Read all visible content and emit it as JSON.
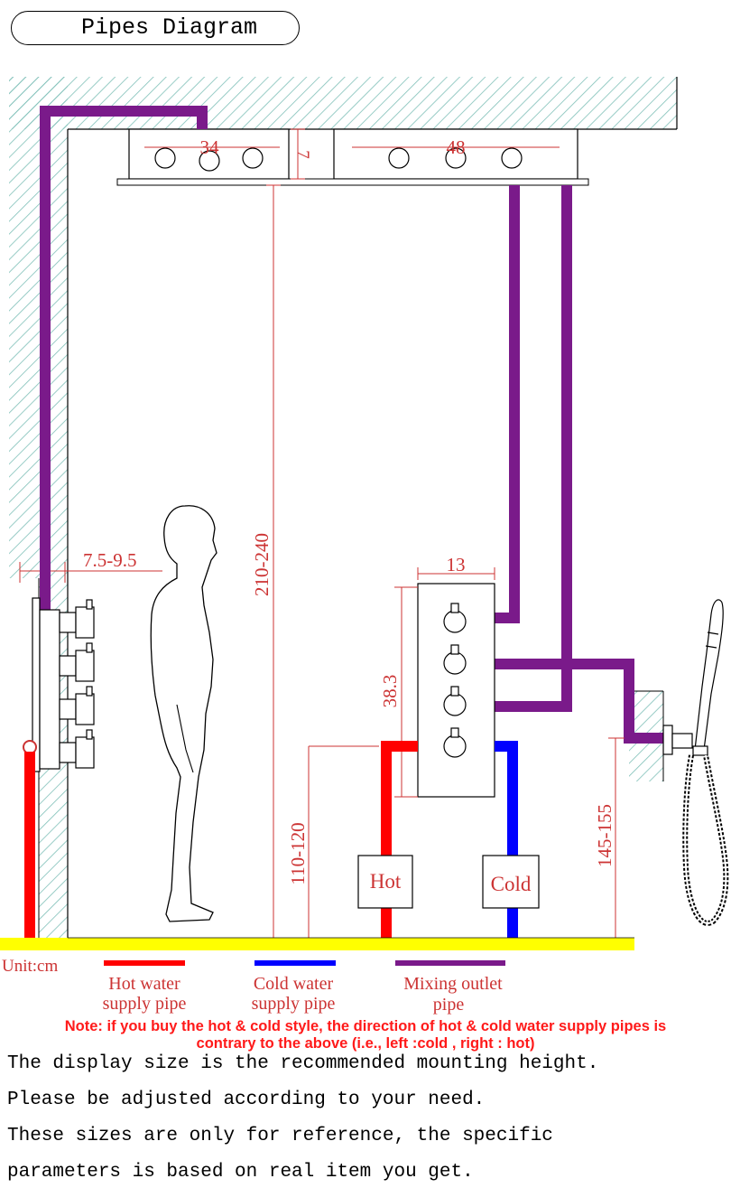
{
  "title": "Pipes Diagram",
  "dimensions": {
    "panel_left_width": "34",
    "panel_right_width": "48",
    "ceiling_panel_depth": "7",
    "ceiling_height": "210-240",
    "wall_valve_depth": "7.5-9.5",
    "valve_width": "13",
    "valve_height": "38.3",
    "valve_mount_height": "110-120",
    "handshower_height": "145-155"
  },
  "labels": {
    "hot": "Hot",
    "cold": "Cold",
    "unit": "Unit:cm"
  },
  "legend": [
    {
      "line1": "Hot water",
      "line2": "supply pipe",
      "color": "#ff0000"
    },
    {
      "line1": "Cold water",
      "line2": "supply pipe",
      "color": "#0000ff"
    },
    {
      "line1": "Mixing outlet",
      "line2": "pipe",
      "color": "#7a1a8a"
    }
  ],
  "colors": {
    "hot_pipe": "#ff0000",
    "cold_pipe": "#0000ff",
    "mix_pipe": "#7a1a8a",
    "floor": "#ffff00",
    "wall_hatch": "#7fc0b8",
    "dimension": "#cc3333"
  },
  "note": {
    "line1": "Note: if you buy the hot & cold style, the direction of hot & cold water supply pipes  is",
    "line2": "contrary to the above  (i.e., left :cold , right : hot)"
  },
  "info_lines": [
    "The display size is the recommended mounting height.",
    "Please be adjusted according to your need.",
    "These sizes are only for reference, the specific",
    "parameters is based on real item you get."
  ]
}
